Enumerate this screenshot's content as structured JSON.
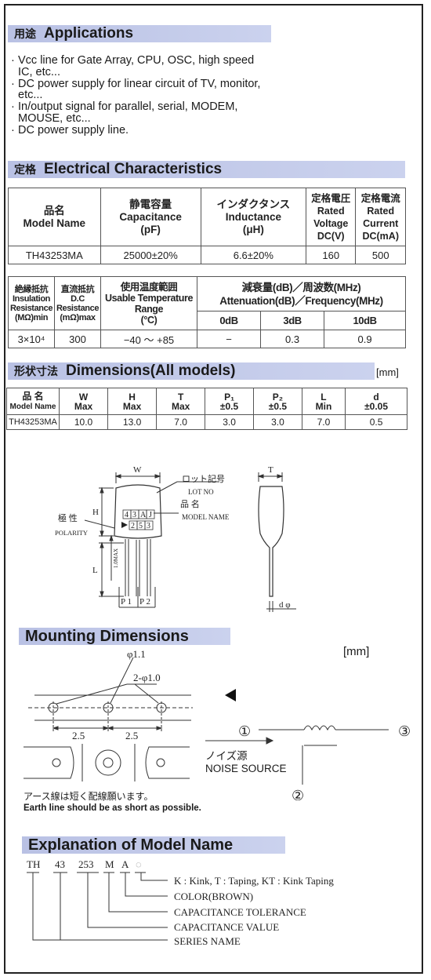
{
  "applications": {
    "title_jp": "用途",
    "title_en": "Applications",
    "items": [
      "Vcc line for Gate Array, CPU, OSC, high speed IC, etc...",
      "DC power supply for linear circuit of TV, monitor, etc...",
      "In/output signal for parallel, serial, MODEM, MOUSE, etc...",
      "DC power supply line."
    ]
  },
  "electrical": {
    "title_jp": "定格",
    "title_en": "Electrical Characteristics",
    "table1": {
      "headers": [
        {
          "jp": "品名",
          "en": "Model Name"
        },
        {
          "jp": "静電容量",
          "en": "Capacitance",
          "unit": "(pF)"
        },
        {
          "jp": "インダクタンス",
          "en": "Inductance",
          "unit": "(μH)"
        },
        {
          "jp": "定格電圧",
          "en": "Rated Voltage",
          "unit": "DC(V)"
        },
        {
          "jp": "定格電流",
          "en": "Rated Current",
          "unit": "DC(mA)"
        }
      ],
      "row": [
        "TH43253MA",
        "25000±20%",
        "6.6±20%",
        "160",
        "500"
      ]
    },
    "table2": {
      "insulation": {
        "jp": "絶縁抵抗",
        "en": "Insulation Resistance",
        "unit": "(MΩ)min"
      },
      "dc_resistance": {
        "jp": "直流抵抗",
        "en": "D.C Resistance",
        "unit": "(mΩ)max"
      },
      "temperature": {
        "jp": "使用温度範囲",
        "en": "Usable Temperature Range",
        "unit": "(°C)"
      },
      "attenuation": {
        "jp": "減衰量(dB)／周波数(MHz)",
        "en": "Attenuation(dB)／Frequency(MHz)"
      },
      "sub_headers": [
        "0dB",
        "3dB",
        "10dB"
      ],
      "row": [
        "3×10⁴",
        "300",
        "−40 〜 +85",
        "−",
        "0.3",
        "0.9"
      ]
    }
  },
  "dimensions": {
    "title_jp": "形状寸法",
    "title_en": "Dimensions(All models)",
    "unit": "[mm]",
    "headers": [
      {
        "top": "品 名",
        "bottom": "Model Name"
      },
      {
        "top": "W",
        "bottom": "Max"
      },
      {
        "top": "H",
        "bottom": "Max"
      },
      {
        "top": "T",
        "bottom": "Max"
      },
      {
        "top": "P₁",
        "bottom": "±0.5"
      },
      {
        "top": "P₂",
        "bottom": "±0.5"
      },
      {
        "top": "L",
        "bottom": "Min"
      },
      {
        "top": "d",
        "bottom": "±0.05"
      }
    ],
    "row": [
      "TH43253MA",
      "10.0",
      "13.0",
      "7.0",
      "3.0",
      "3.0",
      "7.0",
      "0.5"
    ]
  },
  "drawing": {
    "w": "W",
    "h": "H",
    "l": "L",
    "t": "T",
    "lot_jp": "ロット記号",
    "lot_en": "LOT NO",
    "model_jp": "品 名",
    "model_en": "MODEL NAME",
    "polarity_jp": "極 性",
    "polarity_en": "POLARITY",
    "max_note": "1.0MAX",
    "p1": "P 1",
    "p2": "P 2",
    "d_phi": "d φ",
    "marking_row1": [
      "4",
      "3",
      "A",
      "J"
    ],
    "marking_row2": [
      "2",
      "5",
      "3"
    ]
  },
  "mounting": {
    "title": "Mounting Dimensions",
    "unit": "[mm]",
    "phi1": "φ1.1",
    "phi2": "2-φ1.0",
    "dim1": "2.5",
    "dim2": "2.5",
    "earth_jp": "アース線は短く配線願います。",
    "earth_en": "Earth line should be as short as possible.",
    "noise_jp": "ノイズ源",
    "noise_en": "NOISE SOURCE",
    "terminal1": "①",
    "terminal2": "②",
    "terminal3": "③"
  },
  "model_name": {
    "title": "Explanation of Model Name",
    "parts": [
      "TH",
      "43",
      "253",
      "M",
      "A",
      "◌"
    ],
    "labels": [
      "K : Kink,  T : Taping,  KT : Kink Taping",
      "COLOR(BROWN)",
      "CAPACITANCE TOLERANCE",
      "CAPACITANCE VALUE",
      "SERIES NAME"
    ]
  }
}
